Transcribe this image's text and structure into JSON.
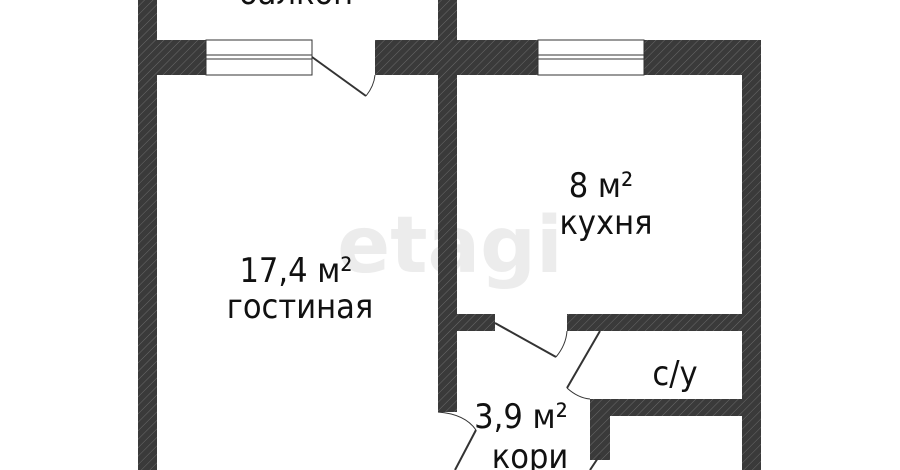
{
  "colors": {
    "wall": "#3a3a3a",
    "background": "#ffffff",
    "text": "#111111",
    "watermark": "#ececec"
  },
  "watermark": "etagi",
  "rooms": [
    {
      "id": "balcony",
      "name": "балкон",
      "area": ""
    },
    {
      "id": "living",
      "name": "гостиная",
      "area": "17,4 м²"
    },
    {
      "id": "kitchen",
      "name": "кухня",
      "area": "8 м²"
    },
    {
      "id": "bathroom",
      "name": "с/у",
      "area": ""
    },
    {
      "id": "corridor",
      "name": "кори",
      "area": "3,9 м²"
    }
  ]
}
